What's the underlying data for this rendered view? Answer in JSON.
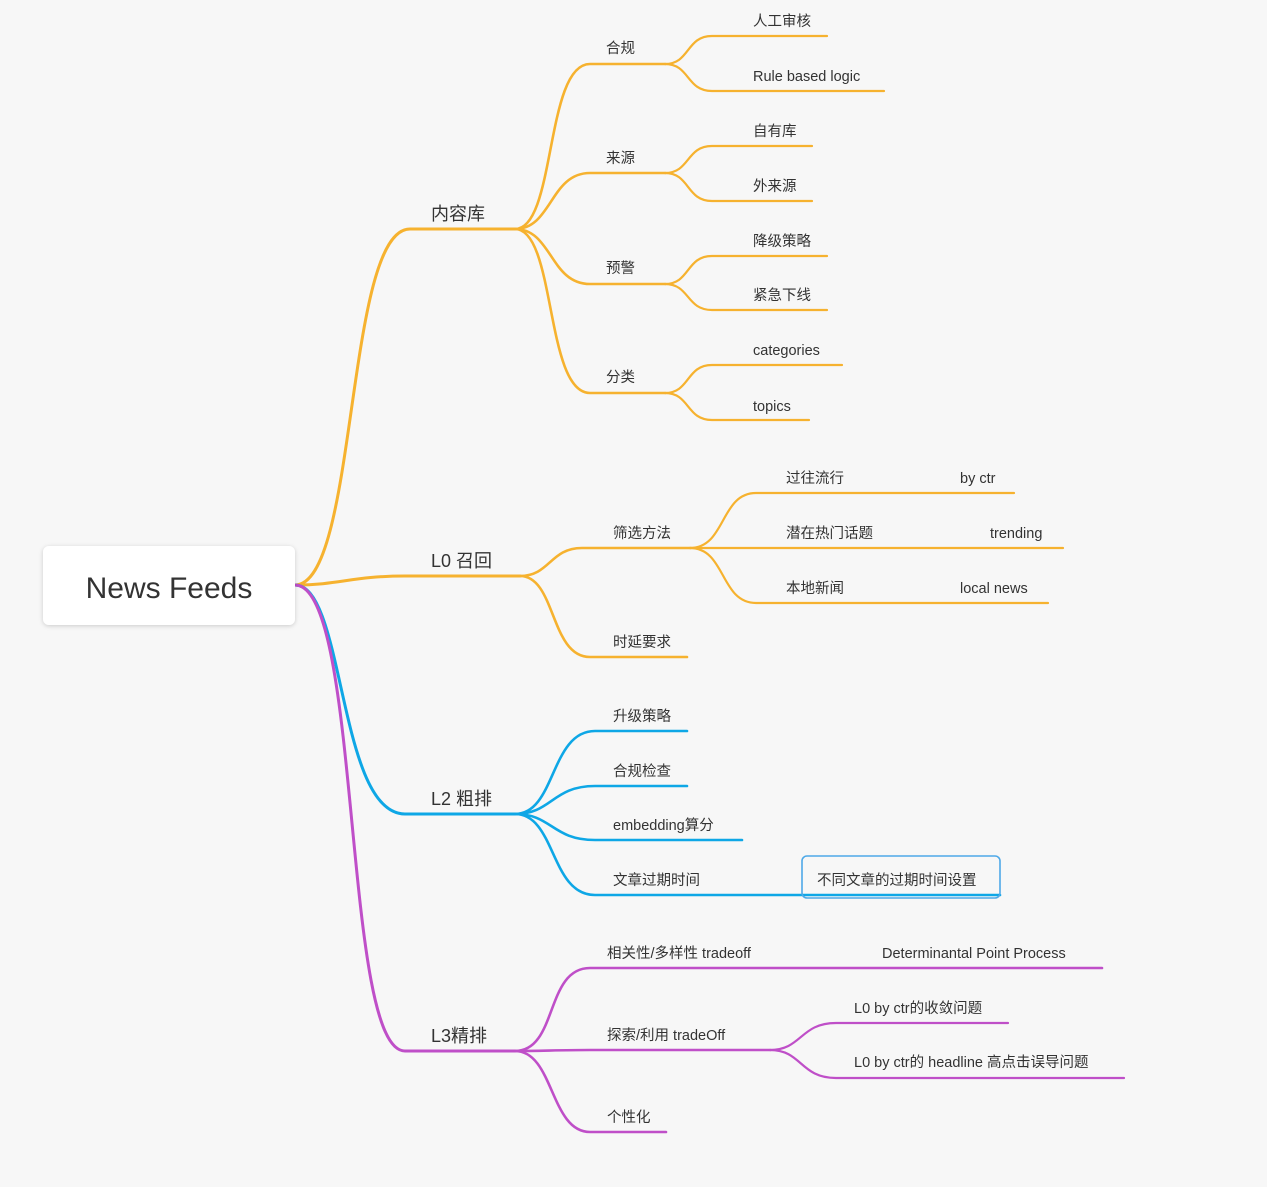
{
  "root": {
    "label": "News Feeds"
  },
  "colors": {
    "background": "#f7f7f7",
    "orange": "#f6b22f",
    "blue": "#0ea7e6",
    "purple": "#bf4fc8",
    "callout_border": "#4ea9e8"
  },
  "branches": [
    {
      "label": "内容库",
      "children": [
        {
          "label": "合规",
          "children": [
            {
              "label": "人工审核"
            },
            {
              "label": "Rule based logic"
            }
          ]
        },
        {
          "label": "来源",
          "children": [
            {
              "label": "自有库"
            },
            {
              "label": "外来源"
            }
          ]
        },
        {
          "label": "预警",
          "children": [
            {
              "label": "降级策略"
            },
            {
              "label": "紧急下线"
            }
          ]
        },
        {
          "label": "分类",
          "children": [
            {
              "label": "categories"
            },
            {
              "label": "topics"
            }
          ]
        }
      ]
    },
    {
      "label": "L0 召回",
      "children": [
        {
          "label": "筛选方法",
          "children": [
            {
              "label": "过往流行",
              "note": "by ctr"
            },
            {
              "label": "潜在热门话题",
              "note": "trending"
            },
            {
              "label": "本地新闻",
              "note": "local news"
            }
          ]
        },
        {
          "label": "时延要求"
        }
      ]
    },
    {
      "label": "L2 粗排",
      "children": [
        {
          "label": "升级策略"
        },
        {
          "label": "合规检查"
        },
        {
          "label": "embedding算分"
        },
        {
          "label": "文章过期时间",
          "callout": "不同文章的过期时间设置"
        }
      ]
    },
    {
      "label": "L3精排",
      "children": [
        {
          "label": "相关性/多样性 tradeoff",
          "note": "Determinantal Point Process"
        },
        {
          "label": "探索/利用 tradeOff",
          "children": [
            {
              "label": "L0 by ctr的收敛问题"
            },
            {
              "label": "L0 by ctr的 headline 高点击误导问题"
            }
          ]
        },
        {
          "label": "个性化"
        }
      ]
    }
  ]
}
